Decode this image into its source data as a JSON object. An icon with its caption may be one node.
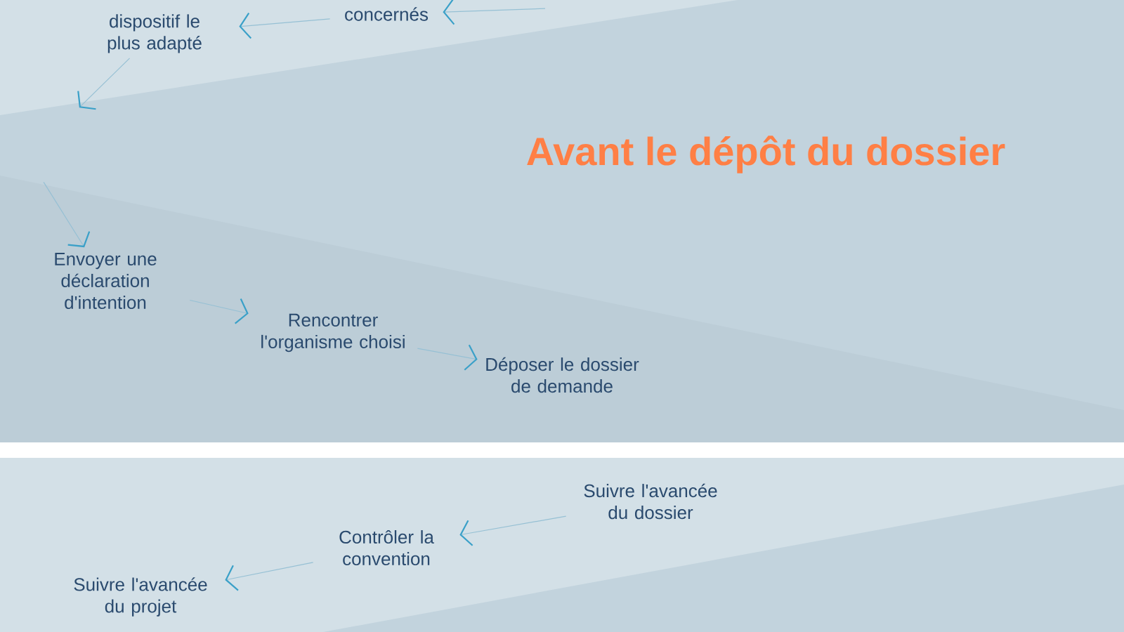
{
  "diagram": {
    "nodes": [
      {
        "text": [
          "dispositif le plus adapté"
        ]
      },
      {
        "text": [
          "concernés"
        ]
      },
      {
        "text": [
          "Envoyer une déclaration d'intention"
        ]
      },
      {
        "text": [
          "Rencontrer l'organisme choisi"
        ]
      },
      {
        "text": [
          "Déposer le dossier de demande"
        ]
      },
      {
        "text": [
          "Suivre l'avancée du projet"
        ]
      },
      {
        "text": [
          "Contrôler la convention"
        ]
      },
      {
        "text": [
          "Suivre l'avancée du dossier"
        ]
      }
    ],
    "edges": [
      {
        "from": null,
        "to": 1,
        "arrow": "to"
      },
      {
        "from": 1,
        "to": 0,
        "arrow": "to"
      },
      {
        "from": 0,
        "to": null,
        "arrow": "to"
      },
      {
        "from": null,
        "to": 2,
        "arrow": "to"
      },
      {
        "from": 2,
        "to": 3,
        "arrow": "to"
      },
      {
        "from": 3,
        "to": 4,
        "arrow": "to"
      },
      {
        "from": 7,
        "to": 6,
        "arrow": "to"
      },
      {
        "from": 6,
        "to": 5,
        "arrow": "to"
      }
    ],
    "labels": [
      "Avant le dépôt du dossier"
    ]
  }
}
